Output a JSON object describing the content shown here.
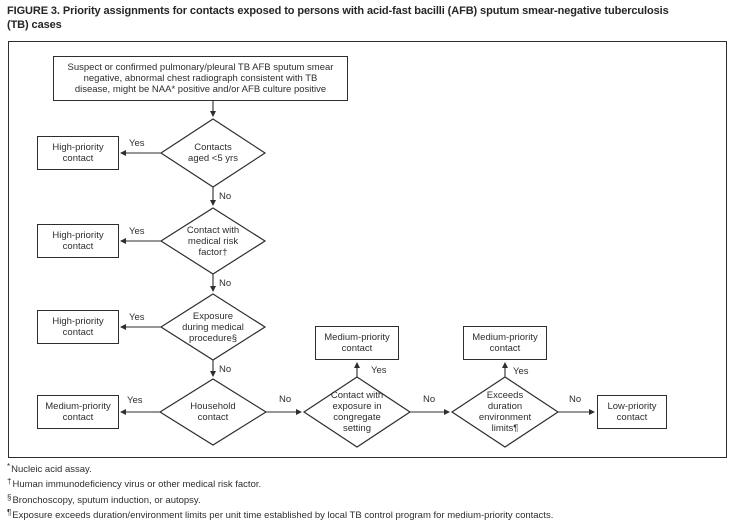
{
  "title": "FIGURE 3. Priority assignments for contacts exposed to persons with acid-fast bacilli (AFB) sputum smear-negative tuberculosis\n(TB) cases",
  "flowchart": {
    "start_box": "Suspect or confirmed pulmonary/pleural TB AFB sputum smear\nnegative, abnormal chest radiograph consistent with TB\ndisease, might be NAA* positive and/or AFB culture positive",
    "decisions": {
      "aged_under_5": "Contacts\naged <5 yrs",
      "medical_risk_factor": "Contact with\nmedical risk\nfactor†",
      "medical_procedure": "Exposure\nduring medical\nprocedure§",
      "household": "Household\ncontact",
      "congregate_setting": "Contact with\nexposure in\ncongregate\nsetting",
      "duration_limits": "Exceeds\nduration\nenvironment\nlimits¶"
    },
    "outcomes": {
      "high_priority": "High-priority\ncontact",
      "medium_priority": "Medium-priority\ncontact",
      "low_priority": "Low-priority\ncontact"
    },
    "labels": {
      "yes": "Yes",
      "no": "No"
    }
  },
  "footnotes": [
    {
      "marker": "*",
      "text": "Nucleic acid assay."
    },
    {
      "marker": "†",
      "text": "Human immunodeficiency virus or other medical risk factor."
    },
    {
      "marker": "§",
      "text": "Bronchoscopy, sputum induction, or autopsy."
    },
    {
      "marker": "¶",
      "text": "Exposure exceeds duration/environment limits per unit time established by local TB control program for medium-priority contacts."
    }
  ]
}
